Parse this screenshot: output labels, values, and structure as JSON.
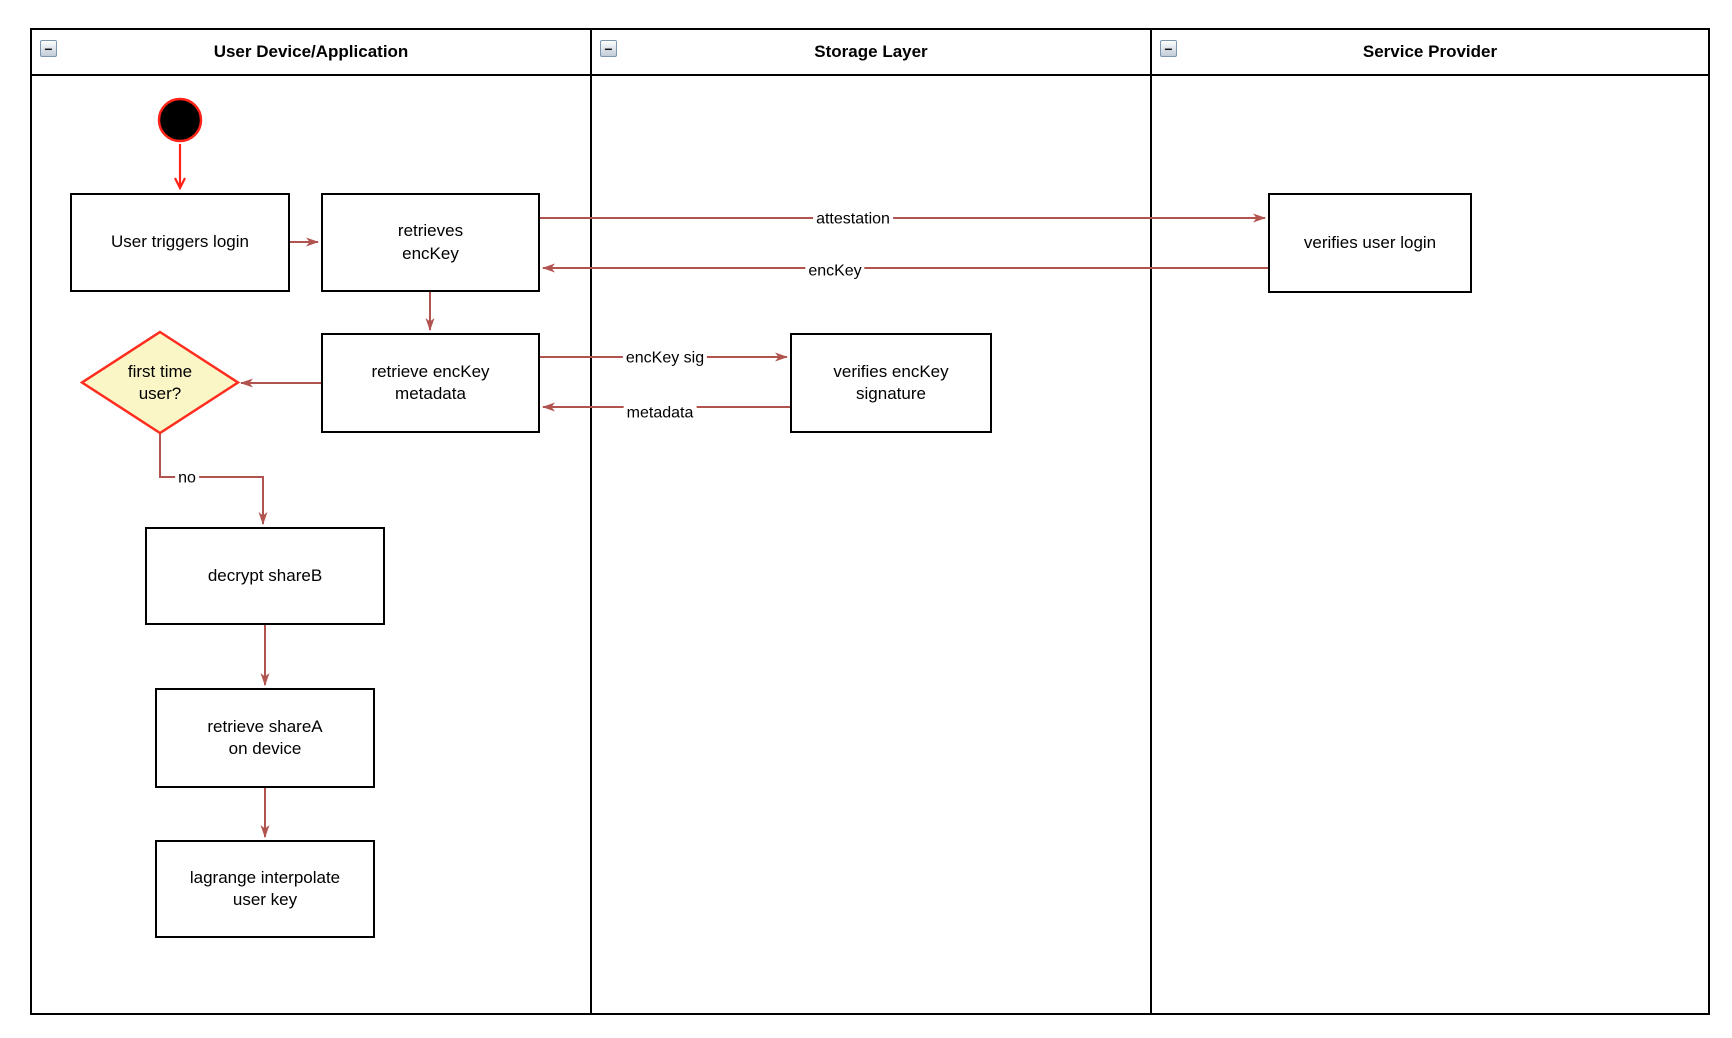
{
  "diagram": {
    "kind": "swimlane-activity-diagram",
    "lanes": [
      {
        "label": "User Device/Application"
      },
      {
        "label": "Storage Layer"
      },
      {
        "label": "Service Provider"
      }
    ],
    "collapse_icon": "−",
    "nodes": {
      "start": {
        "shape": "initial-node"
      },
      "user_triggers_login": {
        "label": "User triggers login"
      },
      "retrieves_enckey": {
        "label": "retrieves\nencKey"
      },
      "retrieve_enckey_metadata": {
        "label": "retrieve encKey\nmetadata"
      },
      "first_time_user": {
        "label": "first time\nuser?",
        "shape": "decision-diamond"
      },
      "decrypt_shareb": {
        "label": "decrypt shareB"
      },
      "retrieve_sharea_on_device": {
        "label": "retrieve shareA\non device"
      },
      "lagrange_interpolate_user_key": {
        "label": "lagrange interpolate\nuser key"
      },
      "verifies_enckey_signature": {
        "label": "verifies encKey\nsignature"
      },
      "verifies_user_login": {
        "label": "verifies user login"
      }
    },
    "edge_labels": {
      "attestation": "attestation",
      "enckey": "encKey",
      "enckey_sig": "encKey sig",
      "metadata": "metadata",
      "no": "no"
    },
    "colors": {
      "edge_red": "#b15450",
      "highlight_red": "#ff2218",
      "decision_fill": "#faf6c6",
      "decision_stroke": "#ff2d1f",
      "node_border": "#000000",
      "lane_border": "#000000"
    }
  }
}
